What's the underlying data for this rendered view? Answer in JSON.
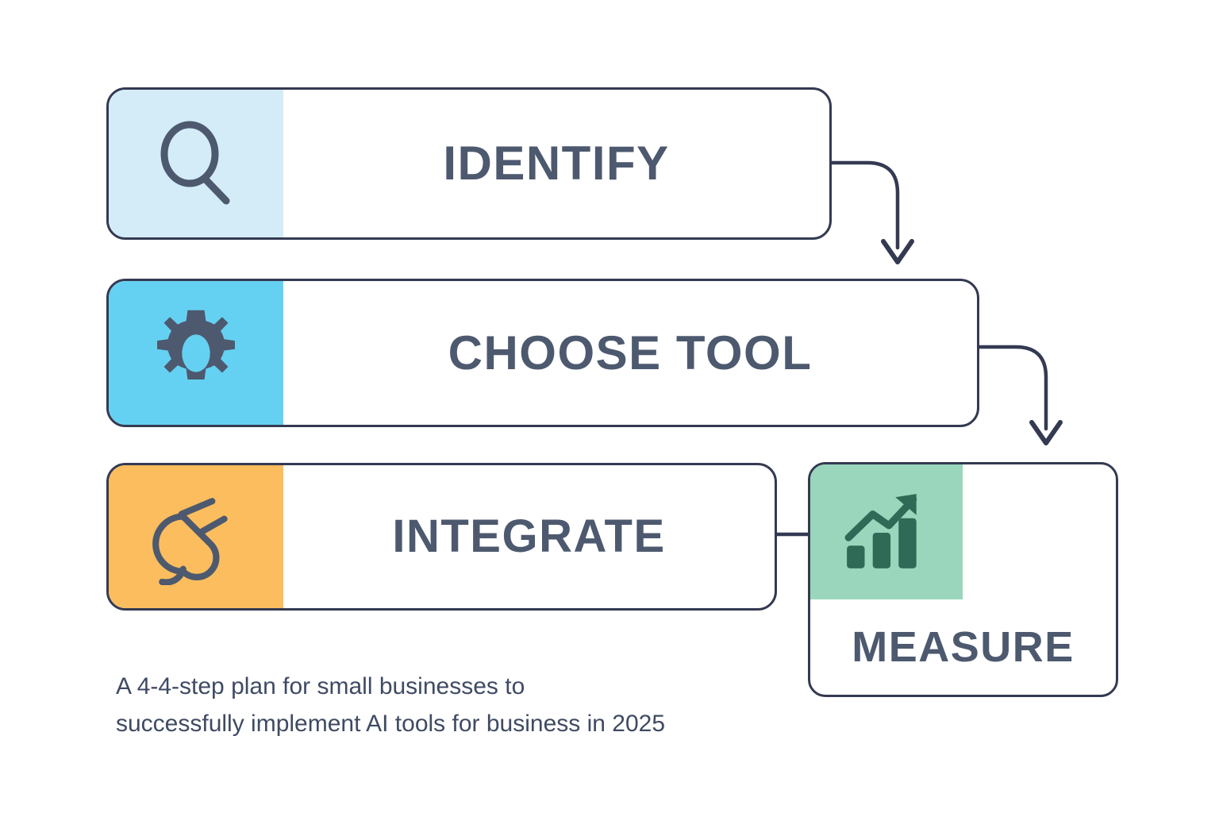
{
  "diagram": {
    "title_caption": "A 4-4-step plan for small businesses to successfully implement AI tools for business in 2025",
    "caption_line_1": "A 4-4-step plan for small businesses to",
    "caption_line_2": "successfully implement AI tools for business in 2025",
    "background_color": "#ffffff",
    "outline_color": "#343a52",
    "label_text_color": "#4d596e",
    "caption_text_color": "#3f4a63",
    "steps": [
      {
        "order": 1,
        "label": "IDENTIFY",
        "icon": "magnifier-icon",
        "icon_panel_color": "#d4ecf8",
        "icon_color": "#4d596e"
      },
      {
        "order": 2,
        "label": "CHOOSE TOOL",
        "icon": "gear-icon",
        "icon_panel_color": "#65d1f2",
        "icon_color": "#4d596e"
      },
      {
        "order": 3,
        "label": "INTEGRATE",
        "icon": "plug-icon",
        "icon_panel_color": "#fcbd5e",
        "icon_color": "#4d596e"
      },
      {
        "order": 4,
        "label": "MEASURE",
        "icon": "growth-chart-icon",
        "icon_panel_color": "#9ad6bc",
        "icon_color": "#2f6a57"
      }
    ],
    "connectors": [
      {
        "from": "IDENTIFY",
        "to": "CHOOSE TOOL",
        "style": "elbow-arrow"
      },
      {
        "from": "CHOOSE TOOL",
        "to": "MEASURE",
        "style": "elbow-arrow"
      },
      {
        "from": "INTEGRATE",
        "to": "MEASURE",
        "style": "straight-line"
      }
    ]
  }
}
